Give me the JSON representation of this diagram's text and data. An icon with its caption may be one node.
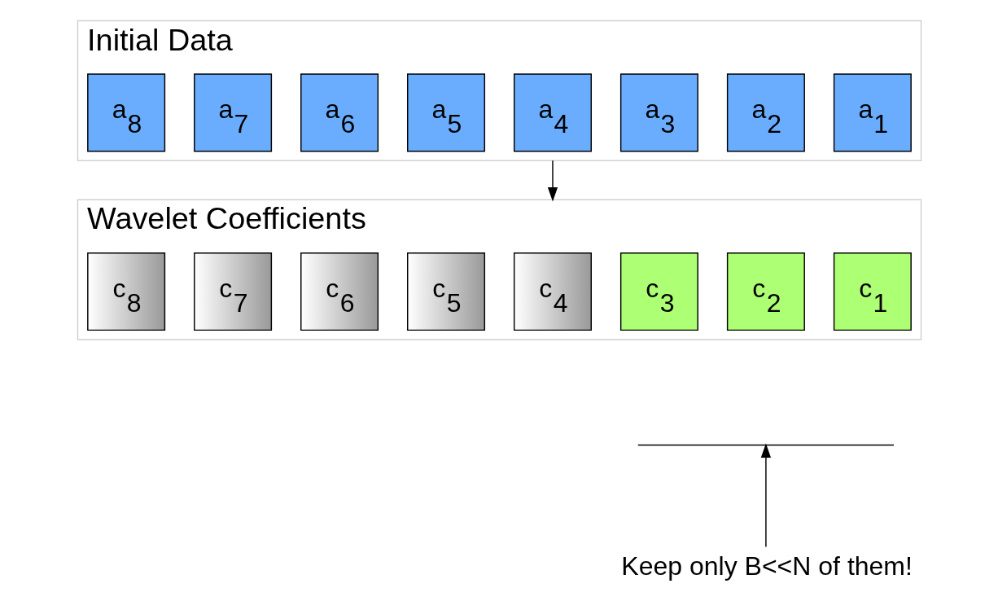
{
  "diagram": {
    "nodes": [
      {
        "text": [
          "Initial Data"
        ]
      },
      {
        "text": [
          "a$_{1}$"
        ],
        "in": 0
      },
      {
        "text": [
          "a$_{2}$"
        ],
        "in": 0
      },
      {
        "text": [
          "a$_{3}$"
        ],
        "in": 0
      },
      {
        "text": [
          "a$_{4}$"
        ],
        "in": 0
      },
      {
        "text": [
          "a$_{5}$"
        ],
        "in": 0
      },
      {
        "text": [
          "a$_{6}$"
        ],
        "in": 0
      },
      {
        "text": [
          "a$_{7}$"
        ],
        "in": 0
      },
      {
        "text": [
          "a$_{8}$"
        ],
        "in": 0
      },
      {
        "text": [
          "Wavelet Coefficients"
        ]
      },
      {
        "text": [
          "c$_{1}$"
        ],
        "in": 9
      },
      {
        "text": [
          "c$_{2}$"
        ],
        "in": 9
      },
      {
        "text": [
          "c$_{3}$"
        ],
        "in": 9
      },
      {
        "text": [
          "c$_{4}$"
        ],
        "in": 9
      },
      {
        "text": [
          "c$_{5}$"
        ],
        "in": 9
      },
      {
        "text": [
          "c$_{6}$"
        ],
        "in": 9
      },
      {
        "text": [
          "c$_{7}$"
        ],
        "in": 9
      },
      {
        "text": [
          "c$_{8}$"
        ],
        "in": 9
      },
      {
        "text": [],
        "shape": "brace"
      },
      {
        "text": [
          "Keep only B<<N of them!"
        ]
      }
    ],
    "edges": [
      {
        "from": 0,
        "to": 9,
        "arrow": "to"
      },
      {
        "from": 19,
        "to": 18,
        "arrow": "to"
      }
    ]
  }
}
